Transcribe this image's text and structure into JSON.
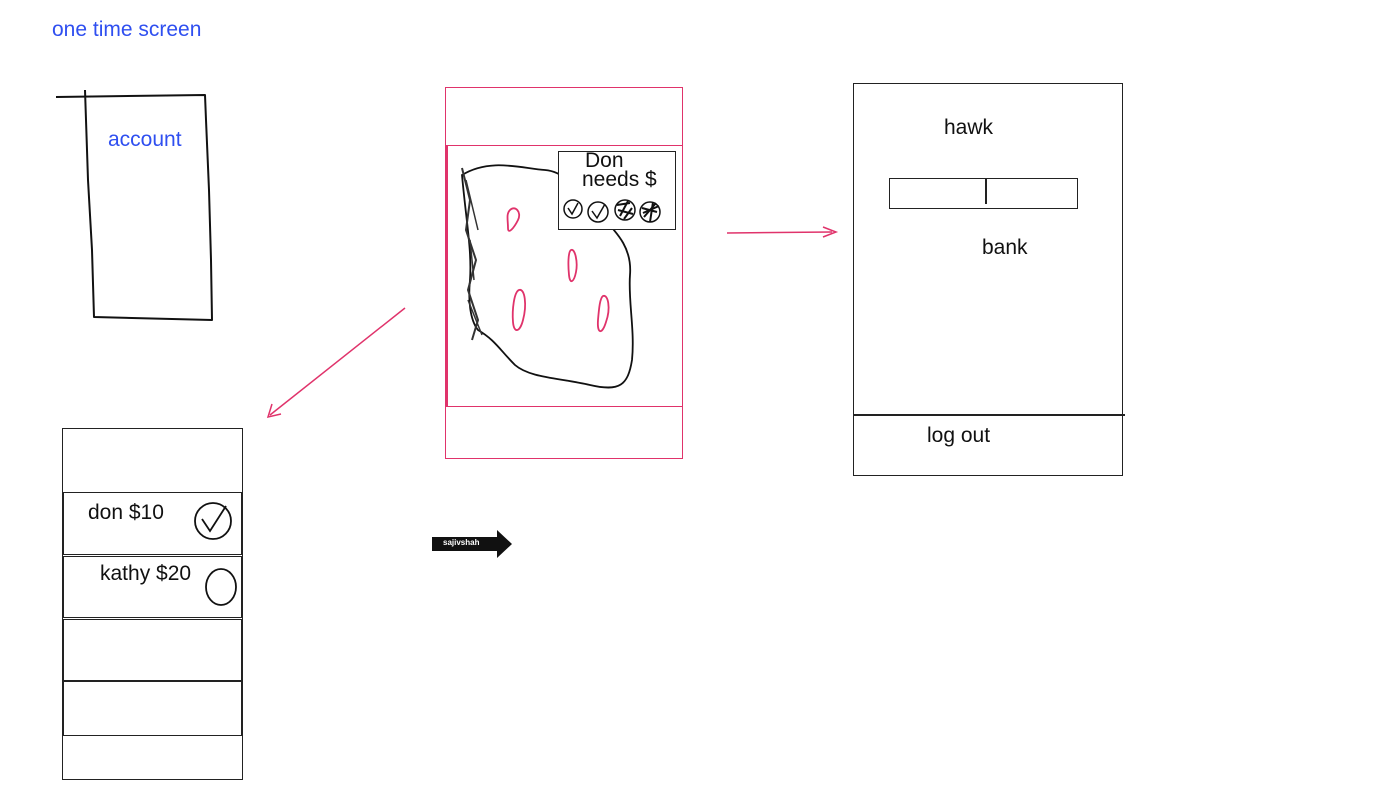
{
  "title": "one time screen",
  "account_sketch": {
    "label": "account"
  },
  "map_screen": {
    "popup_line1": "Don",
    "popup_line2": "needs $"
  },
  "profile_screen": {
    "name": "hawk",
    "bank_label": "bank",
    "logout_label": "log out"
  },
  "list_screen": {
    "items": [
      {
        "label": "don $10",
        "status": "checked"
      },
      {
        "label": "kathy $20",
        "status": "unchecked"
      }
    ]
  },
  "watermark": "sajivshah",
  "colors": {
    "blue": "#2f4ff0",
    "pink": "#e0336b",
    "ink": "#222222"
  }
}
